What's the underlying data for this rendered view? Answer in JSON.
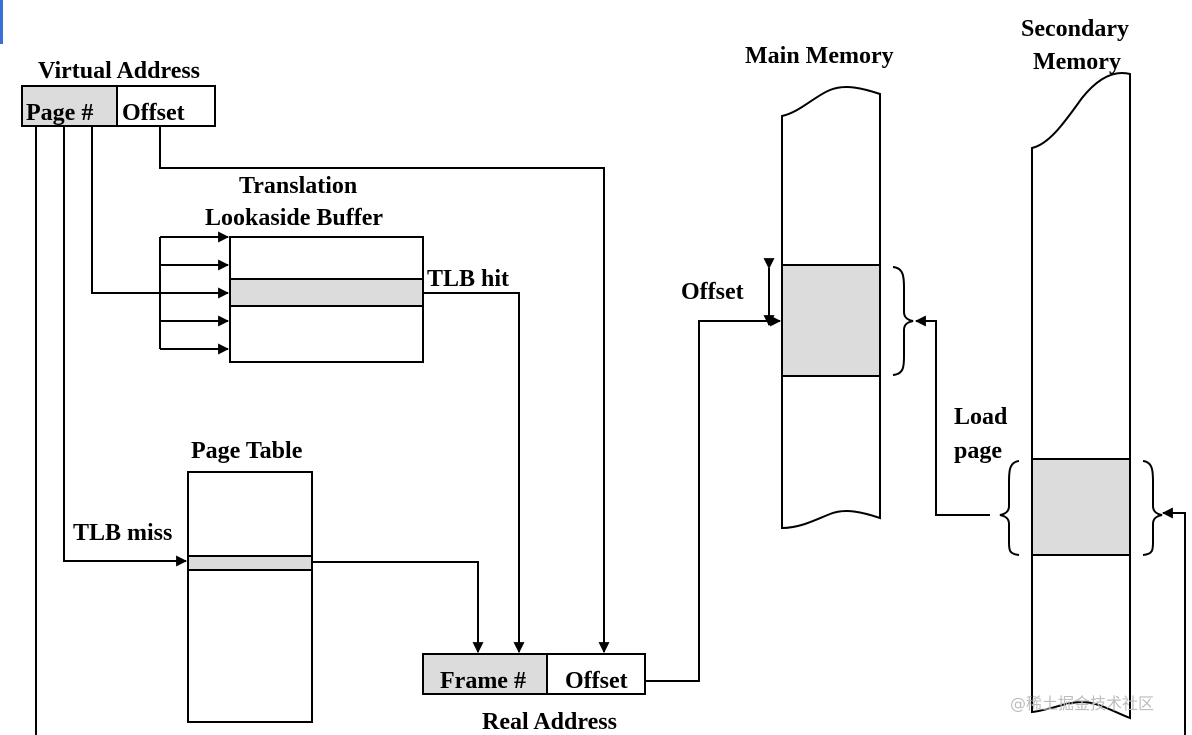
{
  "colors": {
    "line": "#000000",
    "shade": "#dcdcdc",
    "background": "#ffffff",
    "watermark": "#bdbdbd"
  },
  "virtual_address": {
    "title": "Virtual Address",
    "page_field": "Page #",
    "offset_field": "Offset"
  },
  "tlb": {
    "title_line1": "Translation",
    "title_line2": "Lookaside Buffer",
    "hit_label": "TLB hit"
  },
  "page_table": {
    "title": "Page Table",
    "miss_label": "TLB miss"
  },
  "real_address": {
    "title": "Real Address",
    "frame_field": "Frame #",
    "offset_field": "Offset"
  },
  "main_memory": {
    "title": "Main Memory",
    "offset_label": "Offset"
  },
  "secondary_memory": {
    "title_line1": "Secondary",
    "title_line2": "Memory",
    "load_line1": "Load",
    "load_line2": "page"
  },
  "watermark": "@稀土掘金技术社区"
}
